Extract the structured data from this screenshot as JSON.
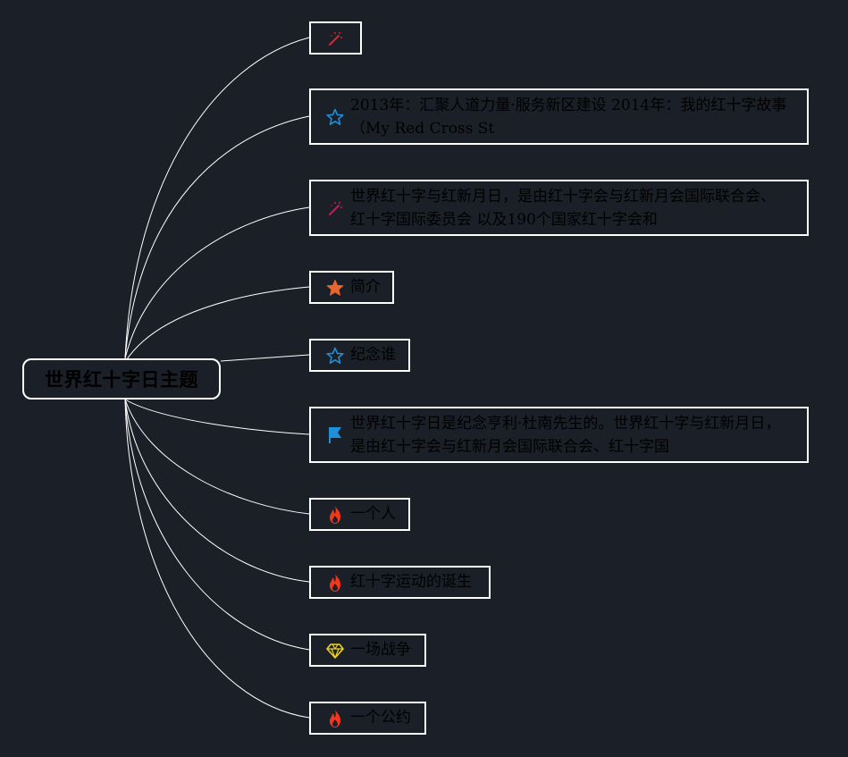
{
  "root": {
    "label": "世界红十字日主题"
  },
  "colors": {
    "background": "#1b1f27",
    "connector": "#ffffff",
    "node_border": "#ffffff",
    "text": "#000000",
    "wand_red": "#e0242b",
    "wand_pink": "#d4145a",
    "star_outline_blue": "#1e90d8",
    "star_filled_orange": "#e8652c",
    "flag_blue": "#1e90d8",
    "flame_red": "#f5361b",
    "diamond_yellow": "#f2d21b"
  },
  "branches": [
    {
      "icon": "magic-wand-icon",
      "icon_color": "#e0242b",
      "label": ""
    },
    {
      "icon": "star-outline-icon",
      "icon_color": "#1e90d8",
      "label": "2013年：汇聚人道力量·服务新区建设 2014年：我的红十字故事（My Red Cross St"
    },
    {
      "icon": "magic-wand-icon",
      "icon_color": "#d4145a",
      "label": "世界红十字与红新月日，是由红十字会与红新月会国际联合会、红十字国际委员会 以及190个国家红十字会和"
    },
    {
      "icon": "star-filled-icon",
      "icon_color": "#e8652c",
      "label": "简介"
    },
    {
      "icon": "star-outline-icon",
      "icon_color": "#1e90d8",
      "label": "纪念谁"
    },
    {
      "icon": "flag-icon",
      "icon_color": "#1e90d8",
      "label": "世界红十字日是纪念亨利·杜南先生的。世界红十字与红新月日，是由红十字会与红新月会国际联合会、红十字国"
    },
    {
      "icon": "flame-icon",
      "icon_color": "#f5361b",
      "label": "一个人"
    },
    {
      "icon": "flame-icon",
      "icon_color": "#f5361b",
      "label": "红十字运动的诞生"
    },
    {
      "icon": "diamond-icon",
      "icon_color": "#f2d21b",
      "label": "一场战争"
    },
    {
      "icon": "flame-icon",
      "icon_color": "#f5361b",
      "label": "一个公约"
    }
  ]
}
